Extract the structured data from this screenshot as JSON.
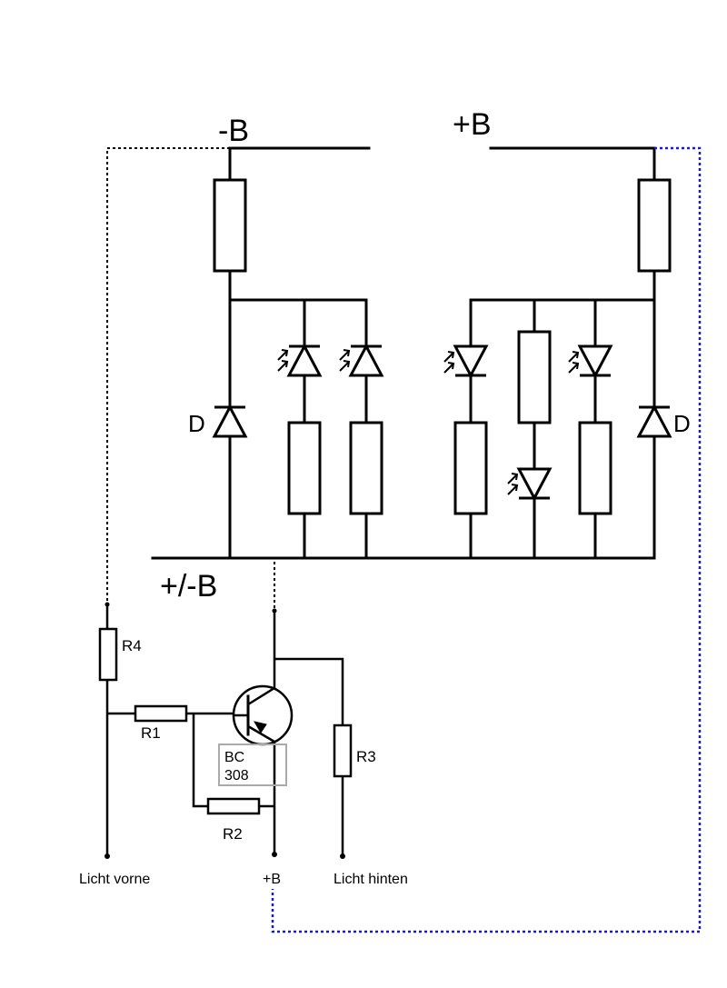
{
  "labels": {
    "minus_b": "-B",
    "plus_b": "+B",
    "plus_minus_b": "+/-B",
    "diode_left": "D",
    "diode_right": "D",
    "r1": "R1",
    "r2": "R2",
    "r3": "R3",
    "r4": "R4",
    "transistor_line1": "BC",
    "transistor_line2": "308",
    "licht_vorne": "Licht vorne",
    "plus_b_terminal": "+B",
    "licht_hinten": "Licht hinten"
  },
  "colors": {
    "wire": "#000000",
    "dotted_link_blue": "#1a1acc",
    "transistor_box": "#aaaaaa"
  }
}
